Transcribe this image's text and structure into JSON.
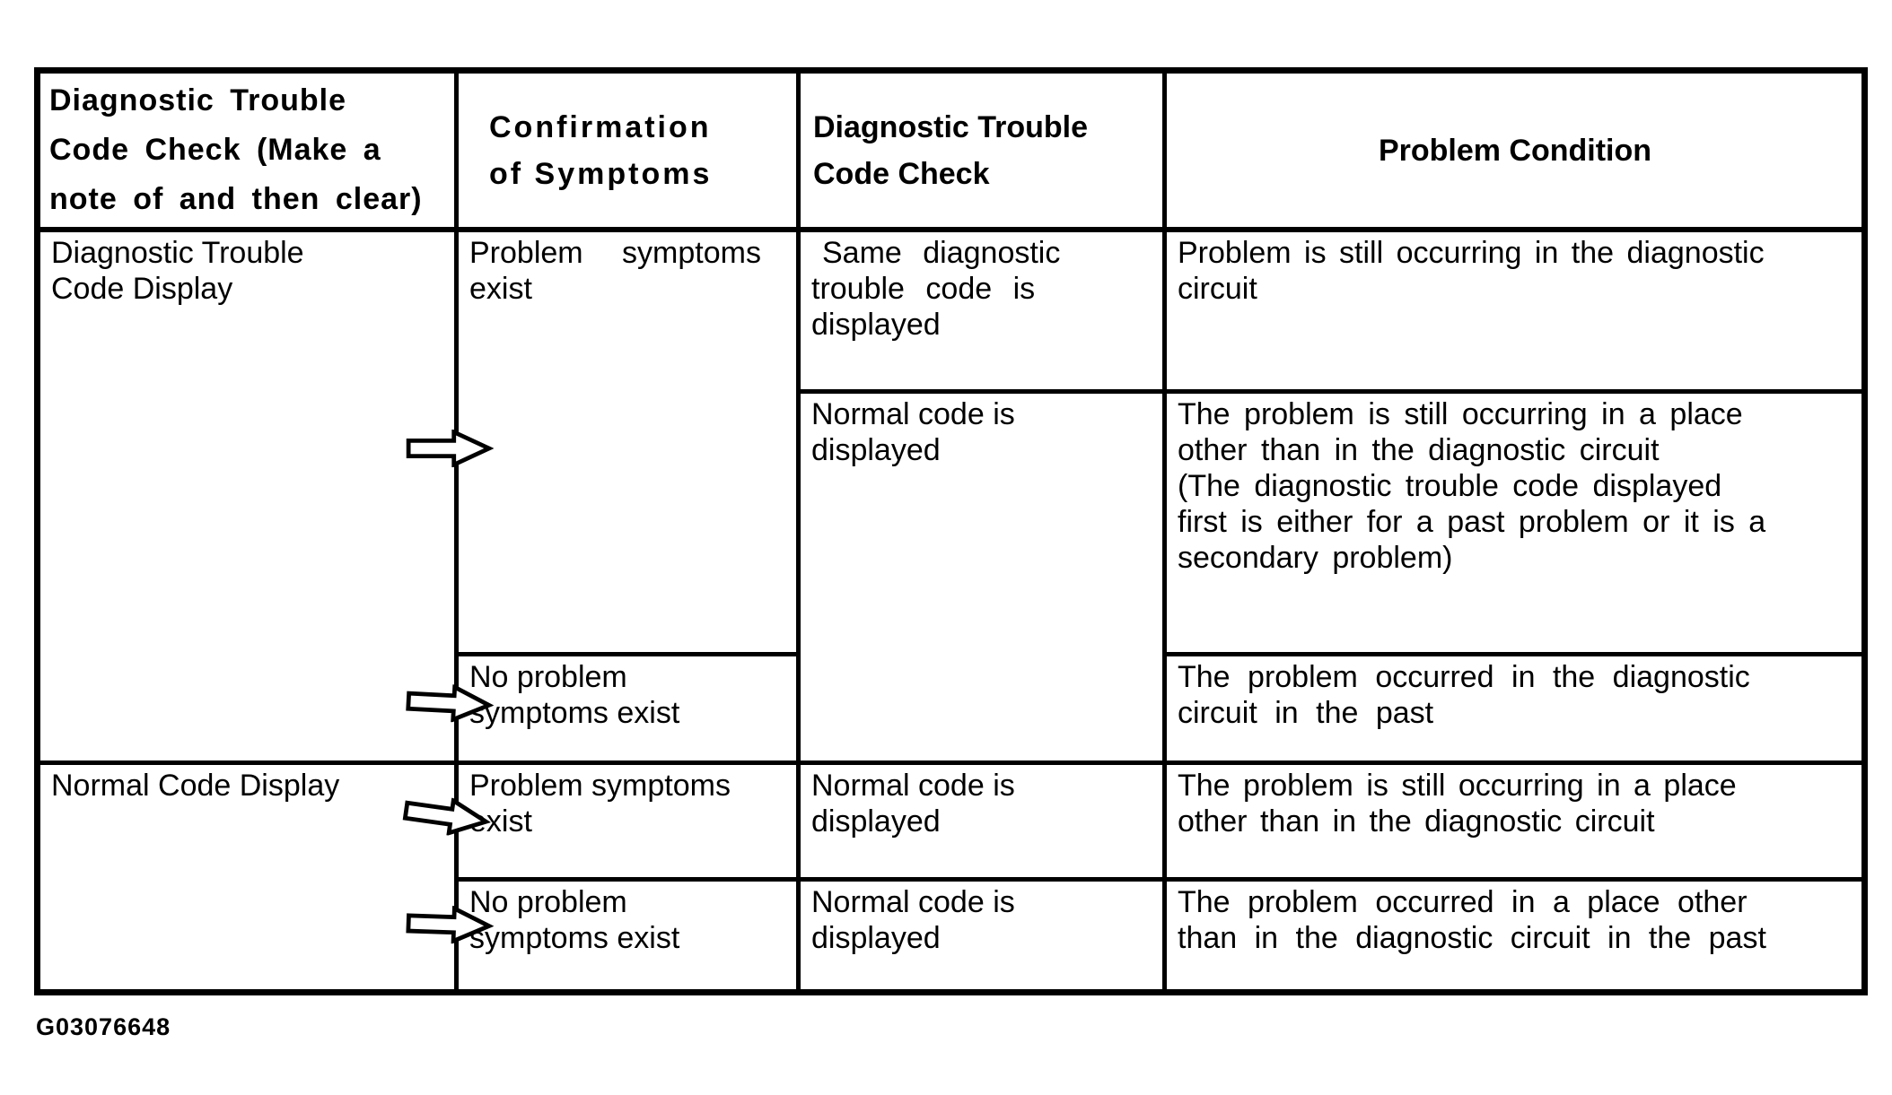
{
  "colors": {
    "background": "#ffffff",
    "text": "#000000",
    "border": "#000000"
  },
  "icons": {
    "arrow": "right-block-arrow"
  },
  "table": {
    "header": {
      "col1": "Diagnostic Trouble\nCode Check (Make a\nnote of and then clear)",
      "col2": "Confirmation\nof Symptoms",
      "col3": "Diagnostic Trouble\nCode Check",
      "col4": "Problem Condition"
    },
    "group1": {
      "check": "Diagnostic Trouble\nCode Display",
      "symptoms_exist": "Problem symptoms\nexist",
      "symptoms_none": "No problem\nsymptoms exist",
      "code_same": "Same diagnostic\ntrouble code is\ndisplayed",
      "code_normal": "Normal code is\ndisplayed",
      "condition_same": "Problem is still occurring in the diagnostic\ncircuit",
      "condition_normal": "The problem is still occurring in a place\nother than in the diagnostic circuit\n(The diagnostic trouble code displayed\nfirst is either for a past problem or it is a\nsecondary problem)",
      "condition_past": "The problem occurred in the diagnostic\ncircuit in the past"
    },
    "group2": {
      "check": "Normal Code Display",
      "symptoms_exist": "Problem symptoms\nexist",
      "symptoms_none": "No problem\nsymptoms exist",
      "code_normal_a": "Normal code is\ndisplayed",
      "code_normal_b": "Normal code is\ndisplayed",
      "condition_place": "The problem is still occurring in a place\nother than in the diagnostic circuit",
      "condition_past": "The problem occurred in a place other\nthan in the diagnostic circuit in the past"
    }
  },
  "footer": {
    "figure_id": "G03076648"
  }
}
